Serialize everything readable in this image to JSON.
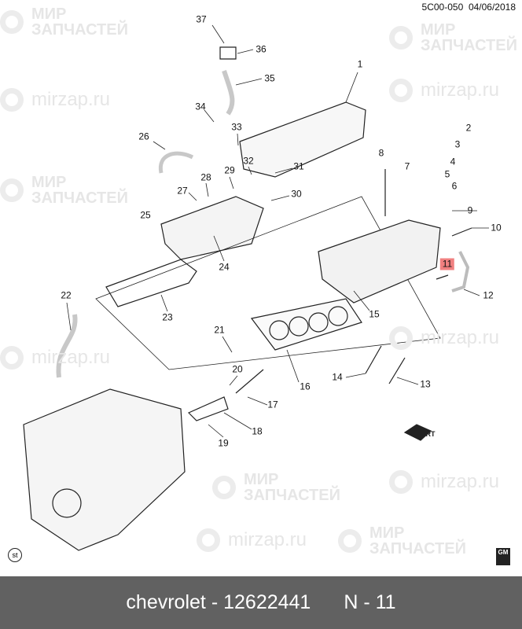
{
  "header": {
    "code": "5C00-050",
    "date": "04/06/2018"
  },
  "watermarks": {
    "line1": "МИР",
    "line2": "ЗАПЧАСТЕЙ",
    "site": "mirzap.ru"
  },
  "callouts": [
    "37",
    "36",
    "35",
    "1",
    "34",
    "33",
    "26",
    "32",
    "31",
    "29",
    "28",
    "27",
    "30",
    "25",
    "24",
    "23",
    "22",
    "8",
    "7",
    "2",
    "3",
    "4",
    "5",
    "6",
    "9",
    "10",
    "11",
    "12",
    "15",
    "21",
    "16",
    "14",
    "13",
    "20",
    "17",
    "18",
    "19"
  ],
  "highlighted": "11",
  "badges": {
    "st": "st",
    "gm": "GM",
    "front_arrow": "FRT"
  },
  "footer": {
    "brand": "chevrolet",
    "part_number": "12622441",
    "position": "N - 11",
    "separator": "-"
  },
  "colors": {
    "highlight": "#f08080",
    "footer_bg": "#616161"
  }
}
